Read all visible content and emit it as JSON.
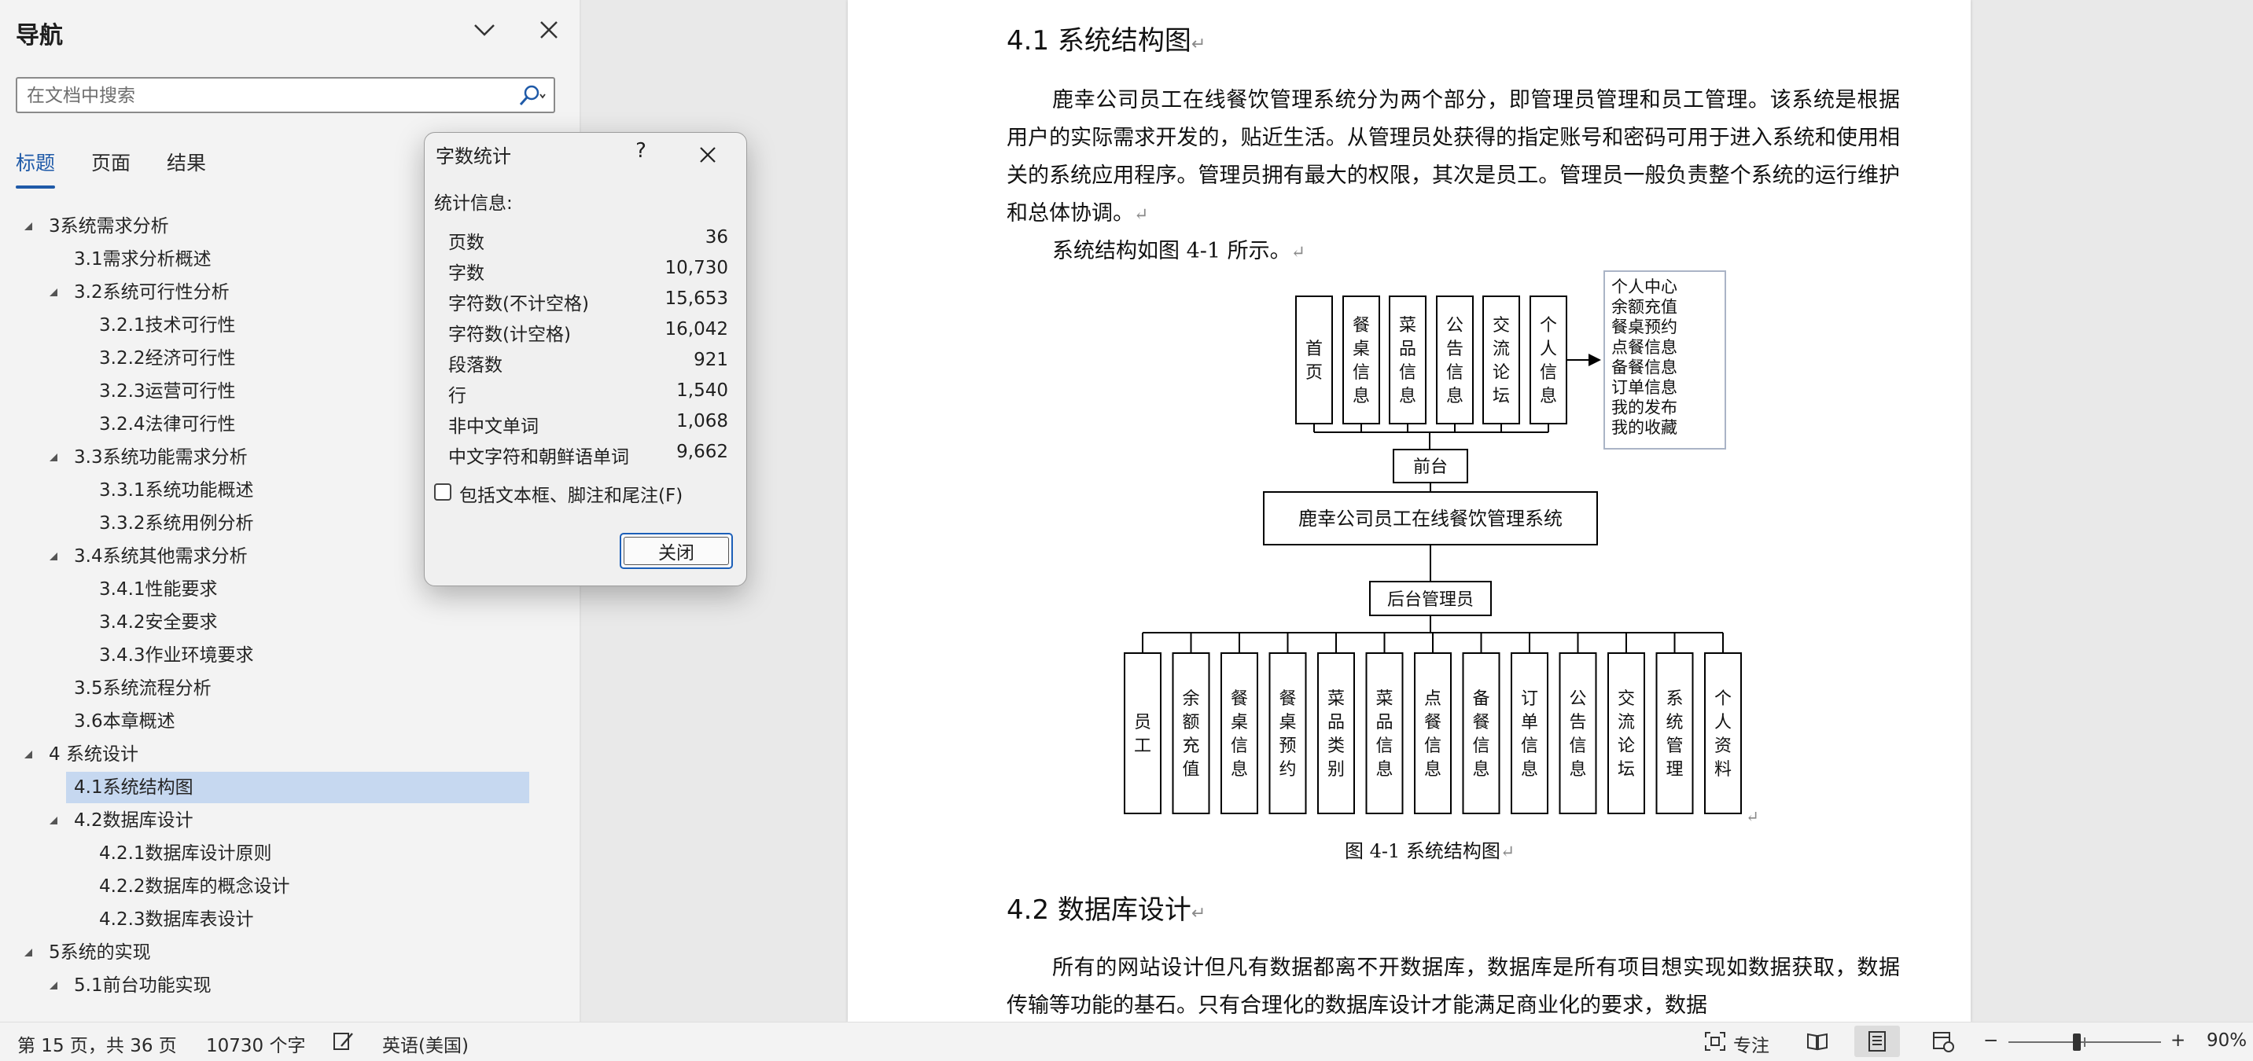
{
  "nav": {
    "title": "导航",
    "search_placeholder": "在文档中搜索",
    "tabs": [
      {
        "label": "标题",
        "active": true
      },
      {
        "label": "页面",
        "active": false
      },
      {
        "label": "结果",
        "active": false
      }
    ],
    "tree": [
      {
        "label": "3系统需求分析",
        "level": 1,
        "expanded": true
      },
      {
        "label": "3.1需求分析概述",
        "level": 2
      },
      {
        "label": "3.2系统可行性分析",
        "level": 2,
        "expanded": true
      },
      {
        "label": "3.2.1技术可行性",
        "level": 3
      },
      {
        "label": "3.2.2经济可行性",
        "level": 3
      },
      {
        "label": "3.2.3运营可行性",
        "level": 3
      },
      {
        "label": "3.2.4法律可行性",
        "level": 3
      },
      {
        "label": "3.3系统功能需求分析",
        "level": 2,
        "expanded": true
      },
      {
        "label": "3.3.1系统功能概述",
        "level": 3
      },
      {
        "label": "3.3.2系统用例分析",
        "level": 3
      },
      {
        "label": "3.4系统其他需求分析",
        "level": 2,
        "expanded": true
      },
      {
        "label": "3.4.1性能要求",
        "level": 3
      },
      {
        "label": "3.4.2安全要求",
        "level": 3
      },
      {
        "label": "3.4.3作业环境要求",
        "level": 3
      },
      {
        "label": "3.5系统流程分析",
        "level": 2
      },
      {
        "label": "3.6本章概述",
        "level": 2
      },
      {
        "label": "4 系统设计",
        "level": 1,
        "expanded": true
      },
      {
        "label": "4.1系统结构图",
        "level": 2,
        "selected": true
      },
      {
        "label": "4.2数据库设计",
        "level": 2,
        "expanded": true
      },
      {
        "label": "4.2.1数据库设计原则",
        "level": 3
      },
      {
        "label": "4.2.2数据库的概念设计",
        "level": 3
      },
      {
        "label": "4.2.3数据库表设计",
        "level": 3
      },
      {
        "label": "5系统的实现",
        "level": 1,
        "expanded": true
      },
      {
        "label": "5.1前台功能实现",
        "level": 2,
        "expanded": true
      }
    ]
  },
  "dialog": {
    "title": "字数统计",
    "help": "?",
    "section": "统计信息:",
    "stats": [
      {
        "label": "页数",
        "value": "36"
      },
      {
        "label": "字数",
        "value": "10,730"
      },
      {
        "label": "字符数(不计空格)",
        "value": "15,653"
      },
      {
        "label": "字符数(计空格)",
        "value": "16,042"
      },
      {
        "label": "段落数",
        "value": "921"
      },
      {
        "label": "行",
        "value": "1,540"
      },
      {
        "label": "非中文单词",
        "value": "1,068"
      },
      {
        "label": "中文字符和朝鲜语单词",
        "value": "9,662"
      }
    ],
    "checkbox_label": "包括文本框、脚注和尾注(F)",
    "checkbox_checked": false,
    "close_label": "关闭"
  },
  "document": {
    "heading1": "4.1 系统结构图",
    "para1": "鹿幸公司员工在线餐饮管理系统分为两个部分，即管理员管理和员工管理。该系统是根据用户的实际需求开发的，贴近生活。从管理员处获得的指定账号和密码可用于进入系统和使用相关的系统应用程序。管理员拥有最大的权限，其次是员工。管理员一般负责整个系统的运行维护和总体协调。",
    "para2": "系统结构如图 4-1 所示。",
    "caption": "图 4-1 系统结构图",
    "heading2": "4.2 数据库设计",
    "para3": "所有的网站设计但凡有数据都离不开数据库，数据库是所有项目想实现如数据获取，数据传输等功能的基石。只有合理化的数据库设计才能满足商业化的要求，数据",
    "pilcrow": "↵",
    "diagram": {
      "root": "鹿幸公司员工在线餐饮管理系统",
      "front": "前台",
      "back": "后台管理员",
      "front_modules": [
        "首页",
        "餐桌信息",
        "菜品信息",
        "公告信息",
        "交流论坛",
        "个人信息"
      ],
      "personal_items": [
        "个人中心",
        "余额充值",
        "餐桌预约",
        "点餐信息",
        "备餐信息",
        "订单信息",
        "我的发布",
        "我的收藏"
      ],
      "back_modules": [
        "员工",
        "余额充值",
        "餐桌信息",
        "餐桌预约",
        "菜品类别",
        "菜品信息",
        "点餐信息",
        "备餐信息",
        "订单信息",
        "公告信息",
        "交流论坛",
        "系统管理",
        "个人资料"
      ]
    }
  },
  "statusbar": {
    "page": "第 15 页，共 36 页",
    "words": "10730 个字",
    "language": "英语(美国)",
    "focus": "专注",
    "zoom_minus": "−",
    "zoom_plus": "+",
    "zoom": "90%",
    "zoom_level": 0.9
  }
}
